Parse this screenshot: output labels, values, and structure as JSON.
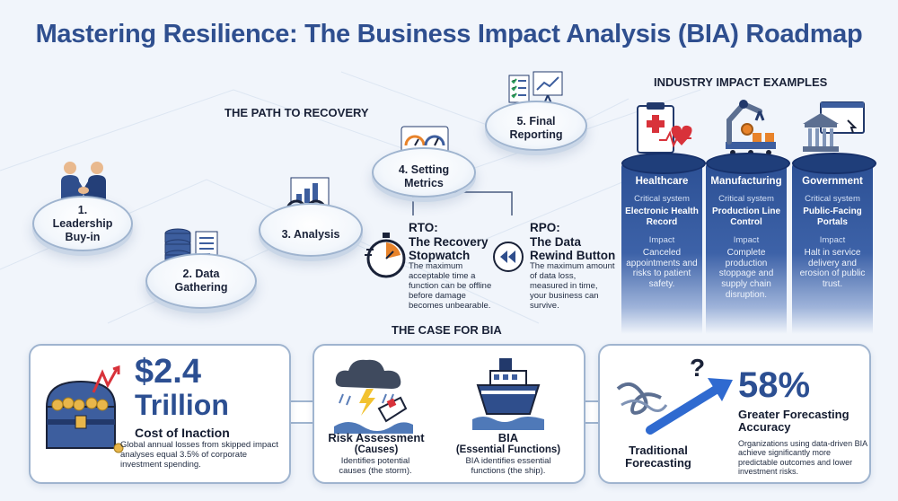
{
  "title": "Mastering Resilience: The Business Impact Analysis (BIA) Roadmap",
  "path": {
    "heading": "THE PATH TO RECOVERY",
    "steps": [
      {
        "label": "1. Leadership Buy-in",
        "icon": "handshake-icon"
      },
      {
        "label": "2. Data Gathering",
        "icon": "database-icon"
      },
      {
        "label": "3. Analysis",
        "icon": "magnifier-chart-icon"
      },
      {
        "label": "4. Setting Metrics",
        "icon": "gauges-icon"
      },
      {
        "label": "5. Final Reporting",
        "icon": "report-board-icon"
      }
    ],
    "rto": {
      "title_line1": "RTO:",
      "title_line2": "The Recovery",
      "title_line3": "Stopwatch",
      "desc": "The maximum acceptable time a function can be offline before damage becomes unbearable.",
      "icon": "stopwatch-icon"
    },
    "rpo": {
      "title_line1": "RPO:",
      "title_line2": "The Data",
      "title_line3": "Rewind Button",
      "desc": "The maximum amount of data loss, measured in time, your business can survive.",
      "icon": "rewind-icon"
    }
  },
  "industry": {
    "heading": "INDUSTRY IMPACT EXAMPLES",
    "critical_label": "Critical system",
    "impact_label": "Impact",
    "items": [
      {
        "name": "Healthcare",
        "system": "Electronic Health Record",
        "impact": "Canceled appointments and risks to patient safety.",
        "icon": "medical-clipboard-icon"
      },
      {
        "name": "Manufacturing",
        "system": "Production Line Control",
        "impact": "Complete production stoppage and supply chain disruption.",
        "icon": "robot-arm-icon"
      },
      {
        "name": "Government",
        "system": "Public-Facing Portals",
        "impact": "Halt in service delivery and erosion of public trust.",
        "icon": "government-building-icon"
      }
    ]
  },
  "case": {
    "heading": "THE CASE FOR BIA",
    "cost": {
      "number_line1": "$2.4",
      "number_line2": "Trillion",
      "label": "Cost of Inaction",
      "desc": "Global annual losses from skipped impact analyses equal 3.5% of corporate investment spending.",
      "icon": "treasure-chest-icon"
    },
    "risk": {
      "title_line1": "Risk Assessment",
      "title_line2": "(Causes)",
      "desc": "Identifies potential causes (the storm).",
      "icon": "storm-cloud-icon"
    },
    "bia": {
      "title_line1": "BIA",
      "title_line2": "(Essential Functions)",
      "desc": "BIA identifies essential functions (the ship).",
      "icon": "ship-icon"
    },
    "forecast": {
      "traditional_line1": "Traditional",
      "traditional_line2": "Forecasting",
      "number": "58%",
      "label_line1": "Greater Forecasting",
      "label_line2": "Accuracy",
      "desc": "Organizations using data-driven BIA achieve significantly more predictable outcomes and lower investment risks.",
      "icon": "forecast-arrow-icon"
    }
  },
  "colors": {
    "title": "#2f4f8f",
    "pillar": "#2b4f93",
    "accent_orange": "#e8832a",
    "dark_text": "#1a2238"
  }
}
